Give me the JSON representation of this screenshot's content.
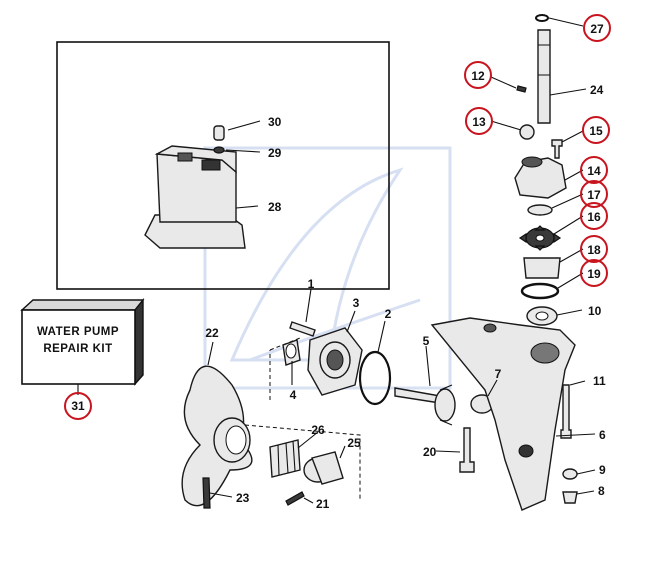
{
  "colors": {
    "highlight": "#c8141e",
    "watermark": "#b8c8e8",
    "ink": "#111111"
  },
  "kit_box": {
    "line1": "WATER PUMP",
    "line2": "REPAIR KIT"
  },
  "labels": {
    "p1": "1",
    "p2": "2",
    "p3": "3",
    "p4": "4",
    "p5": "5",
    "p6": "6",
    "p7": "7",
    "p8": "8",
    "p9": "9",
    "p10": "10",
    "p11": "11",
    "p12": "12",
    "p13": "13",
    "p14": "14",
    "p15": "15",
    "p16": "16",
    "p17": "17",
    "p18": "18",
    "p19": "19",
    "p20": "20",
    "p21": "21",
    "p22": "22",
    "p23": "23",
    "p24": "24",
    "p25": "25",
    "p26": "26",
    "p27": "27",
    "p28": "28",
    "p29": "29",
    "p30": "30",
    "p31": "31"
  },
  "highlighted_parts": [
    "12",
    "13",
    "14",
    "15",
    "16",
    "17",
    "18",
    "19",
    "27",
    "31"
  ]
}
